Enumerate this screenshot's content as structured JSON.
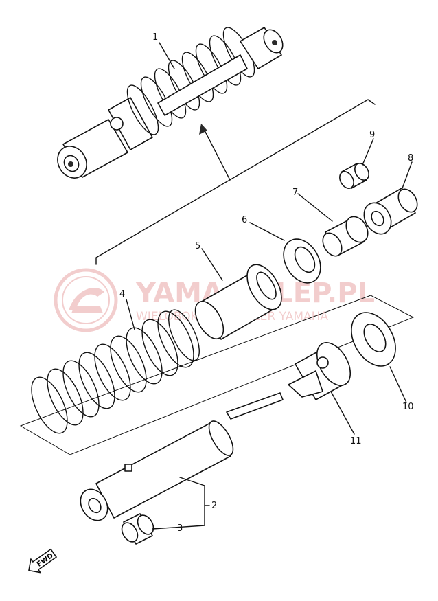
{
  "diagram": {
    "callouts": [
      {
        "id": "1",
        "label": "1"
      },
      {
        "id": "2",
        "label": "2"
      },
      {
        "id": "3",
        "label": "3"
      },
      {
        "id": "4",
        "label": "4"
      },
      {
        "id": "5",
        "label": "5"
      },
      {
        "id": "6",
        "label": "6"
      },
      {
        "id": "7",
        "label": "7"
      },
      {
        "id": "8",
        "label": "8"
      },
      {
        "id": "9",
        "label": "9"
      },
      {
        "id": "10",
        "label": "10"
      },
      {
        "id": "11",
        "label": "11"
      }
    ],
    "fwd_label": "FWD"
  },
  "watermark": {
    "brand": "YAMA-SKLEP.PL",
    "tagline": "WIELOBOKOWY DEALER YAMAHA",
    "color": "#e8a6a6"
  }
}
